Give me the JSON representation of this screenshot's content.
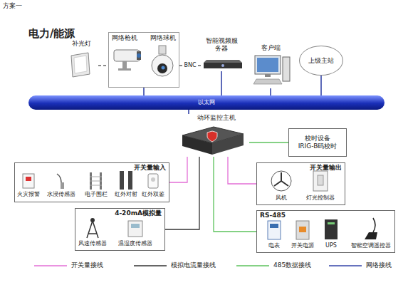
{
  "diagram": {
    "title": "电力/能源",
    "nodes": [
      {
        "text": [
          "补光灯"
        ]
      },
      {
        "text": [
          "网络枪机",
          "网络球机"
        ]
      },
      {
        "text": [
          "智能视频服务器"
        ]
      },
      {
        "text": [
          "客户端"
        ]
      },
      {
        "text": [
          "上级主站"
        ]
      },
      {
        "text": [
          "以太网"
        ]
      },
      {
        "text": [
          "动环监控主机"
        ]
      },
      {
        "text": [
          "校时设备",
          "IRIG-B码校时"
        ]
      },
      {
        "text": [
          "开关量输入"
        ]
      },
      {
        "text": [
          "开关量输出"
        ]
      },
      {
        "text": [
          "4-20mA模拟量"
        ]
      },
      {
        "text": [
          "RS-485"
        ]
      }
    ],
    "edges": [
      {
        "from": 0,
        "to": 1,
        "arrow": "none"
      },
      {
        "from": 1,
        "to": 2,
        "label": "BNC",
        "arrow": "none"
      },
      {
        "from": 1,
        "to": 5,
        "arrow": "none"
      },
      {
        "from": 2,
        "to": 5,
        "arrow": "none"
      },
      {
        "from": 3,
        "to": 5,
        "arrow": "none"
      },
      {
        "from": 4,
        "to": 5,
        "arrow": "none"
      },
      {
        "from": 5,
        "to": 6,
        "arrow": "none"
      },
      {
        "from": 6,
        "to": 7,
        "arrow": "none"
      },
      {
        "from": 6,
        "to": 8,
        "arrow": "none"
      },
      {
        "from": 6,
        "to": 9,
        "arrow": "none"
      },
      {
        "from": 6,
        "to": 10,
        "arrow": "none"
      },
      {
        "from": 6,
        "to": 11,
        "arrow": "none"
      }
    ],
    "labels": [
      "方案一",
      "火灾报警",
      "水浸传感器",
      "电子围栏",
      "红外对射",
      "红外双鉴",
      "风速传感器",
      "温湿度传感器",
      "风机",
      "灯光控制器",
      "电表",
      "开关电源",
      "UPS",
      "智能空调遥控器"
    ],
    "legend": [
      {
        "text": "开关量接线"
      },
      {
        "text": "模拟电流量接线"
      },
      {
        "text": "485数据接线"
      },
      {
        "text": "网络接线"
      }
    ]
  }
}
